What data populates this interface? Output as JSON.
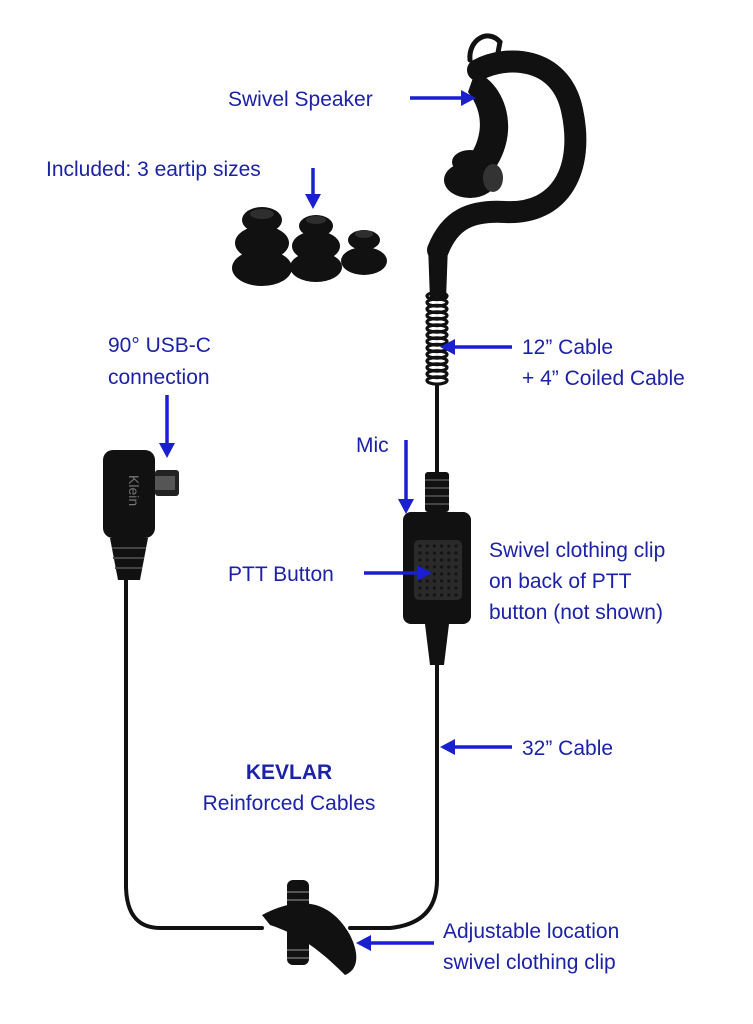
{
  "labels": {
    "swivel_speaker": "Swivel Speaker",
    "eartips": "Included: 3 eartip sizes",
    "usbc_line1": "90° USB-C",
    "usbc_line2": "connection",
    "cable12_line1": "12” Cable",
    "cable12_line2": "+ 4” Coiled Cable",
    "mic": "Mic",
    "ptt_button": "PTT Button",
    "clip_line1": "Swivel clothing clip",
    "clip_line2": "on back of PTT",
    "clip_line3": "button (not shown)",
    "kevlar_line1": "KEVLAR",
    "kevlar_line2": "Reinforced Cables",
    "cable32": "32” Cable",
    "adj_line1": "Adjustable location",
    "adj_line2": "swivel clothing clip"
  },
  "connector_logo": "Klein",
  "colors": {
    "label_text": "#1c22a8",
    "arrow": "#1a1fd0",
    "device": "#111111"
  }
}
